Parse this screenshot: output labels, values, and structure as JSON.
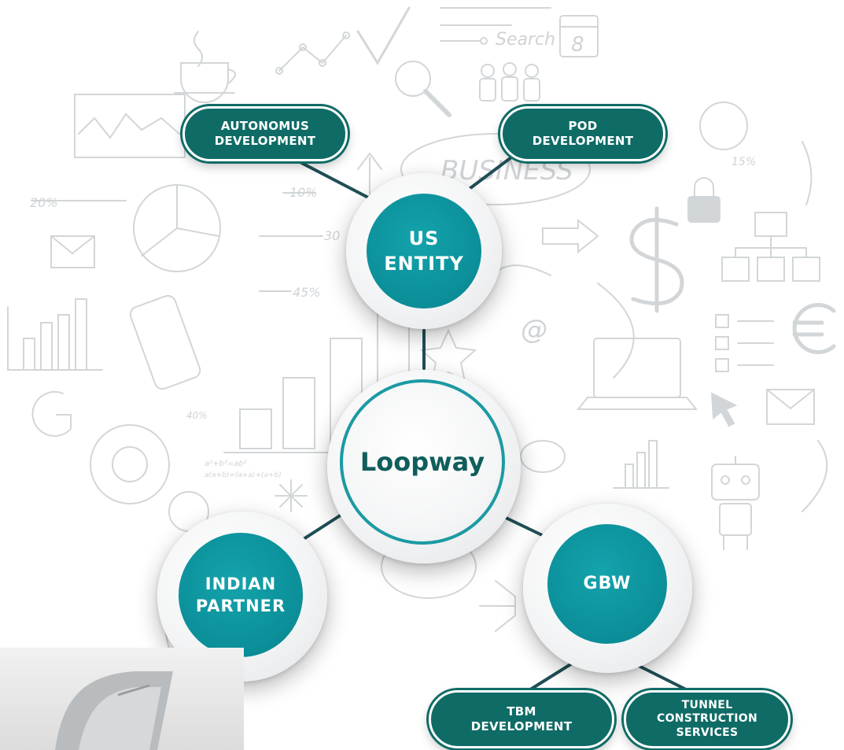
{
  "background": {
    "sketch_texts": [
      "Search",
      "8",
      "BUSINESS",
      "20%",
      "10%",
      "30",
      "45%",
      "15%",
      "40%",
      "@",
      "a²+b²=ab²",
      "a(a+b)=(a+a)+(a+b)"
    ],
    "sketch_icons": [
      "coffee-cup-icon",
      "line-chart-icon",
      "checkmark-icon",
      "magnifier-icon",
      "people-icon",
      "calendar-icon",
      "envelope-icon",
      "bar-chart-icon",
      "pie-chart-icon",
      "phone-icon",
      "gear-icon",
      "lock-icon",
      "dollar-icon",
      "euro-icon",
      "laptop-icon",
      "robot-icon",
      "cursor-icon",
      "org-chart-icon",
      "checklist-icon",
      "arrow-icon"
    ]
  },
  "diagram": {
    "center": {
      "label": "Loopway"
    },
    "nodes": {
      "us_entity": {
        "label": "US\nENTITY"
      },
      "indian_partner": {
        "label": "INDIAN\nPARTNER"
      },
      "gbw": {
        "label": "GBW"
      }
    },
    "pills": {
      "autonomus": {
        "label": "AUTONOMUS\nDEVELOPMENT"
      },
      "pod": {
        "label": "POD\nDEVELOPMENT"
      },
      "tbm": {
        "label": "TBM\nDEVELOPMENT"
      },
      "tunnel": {
        "label": "TUNNEL\nCONSTRUCTION\nSERVICES"
      }
    }
  },
  "colors": {
    "teal": "#0b8e98",
    "dark_teal": "#0f6b66",
    "connector": "#1f4f56",
    "sketch": "#d2d6d8"
  }
}
